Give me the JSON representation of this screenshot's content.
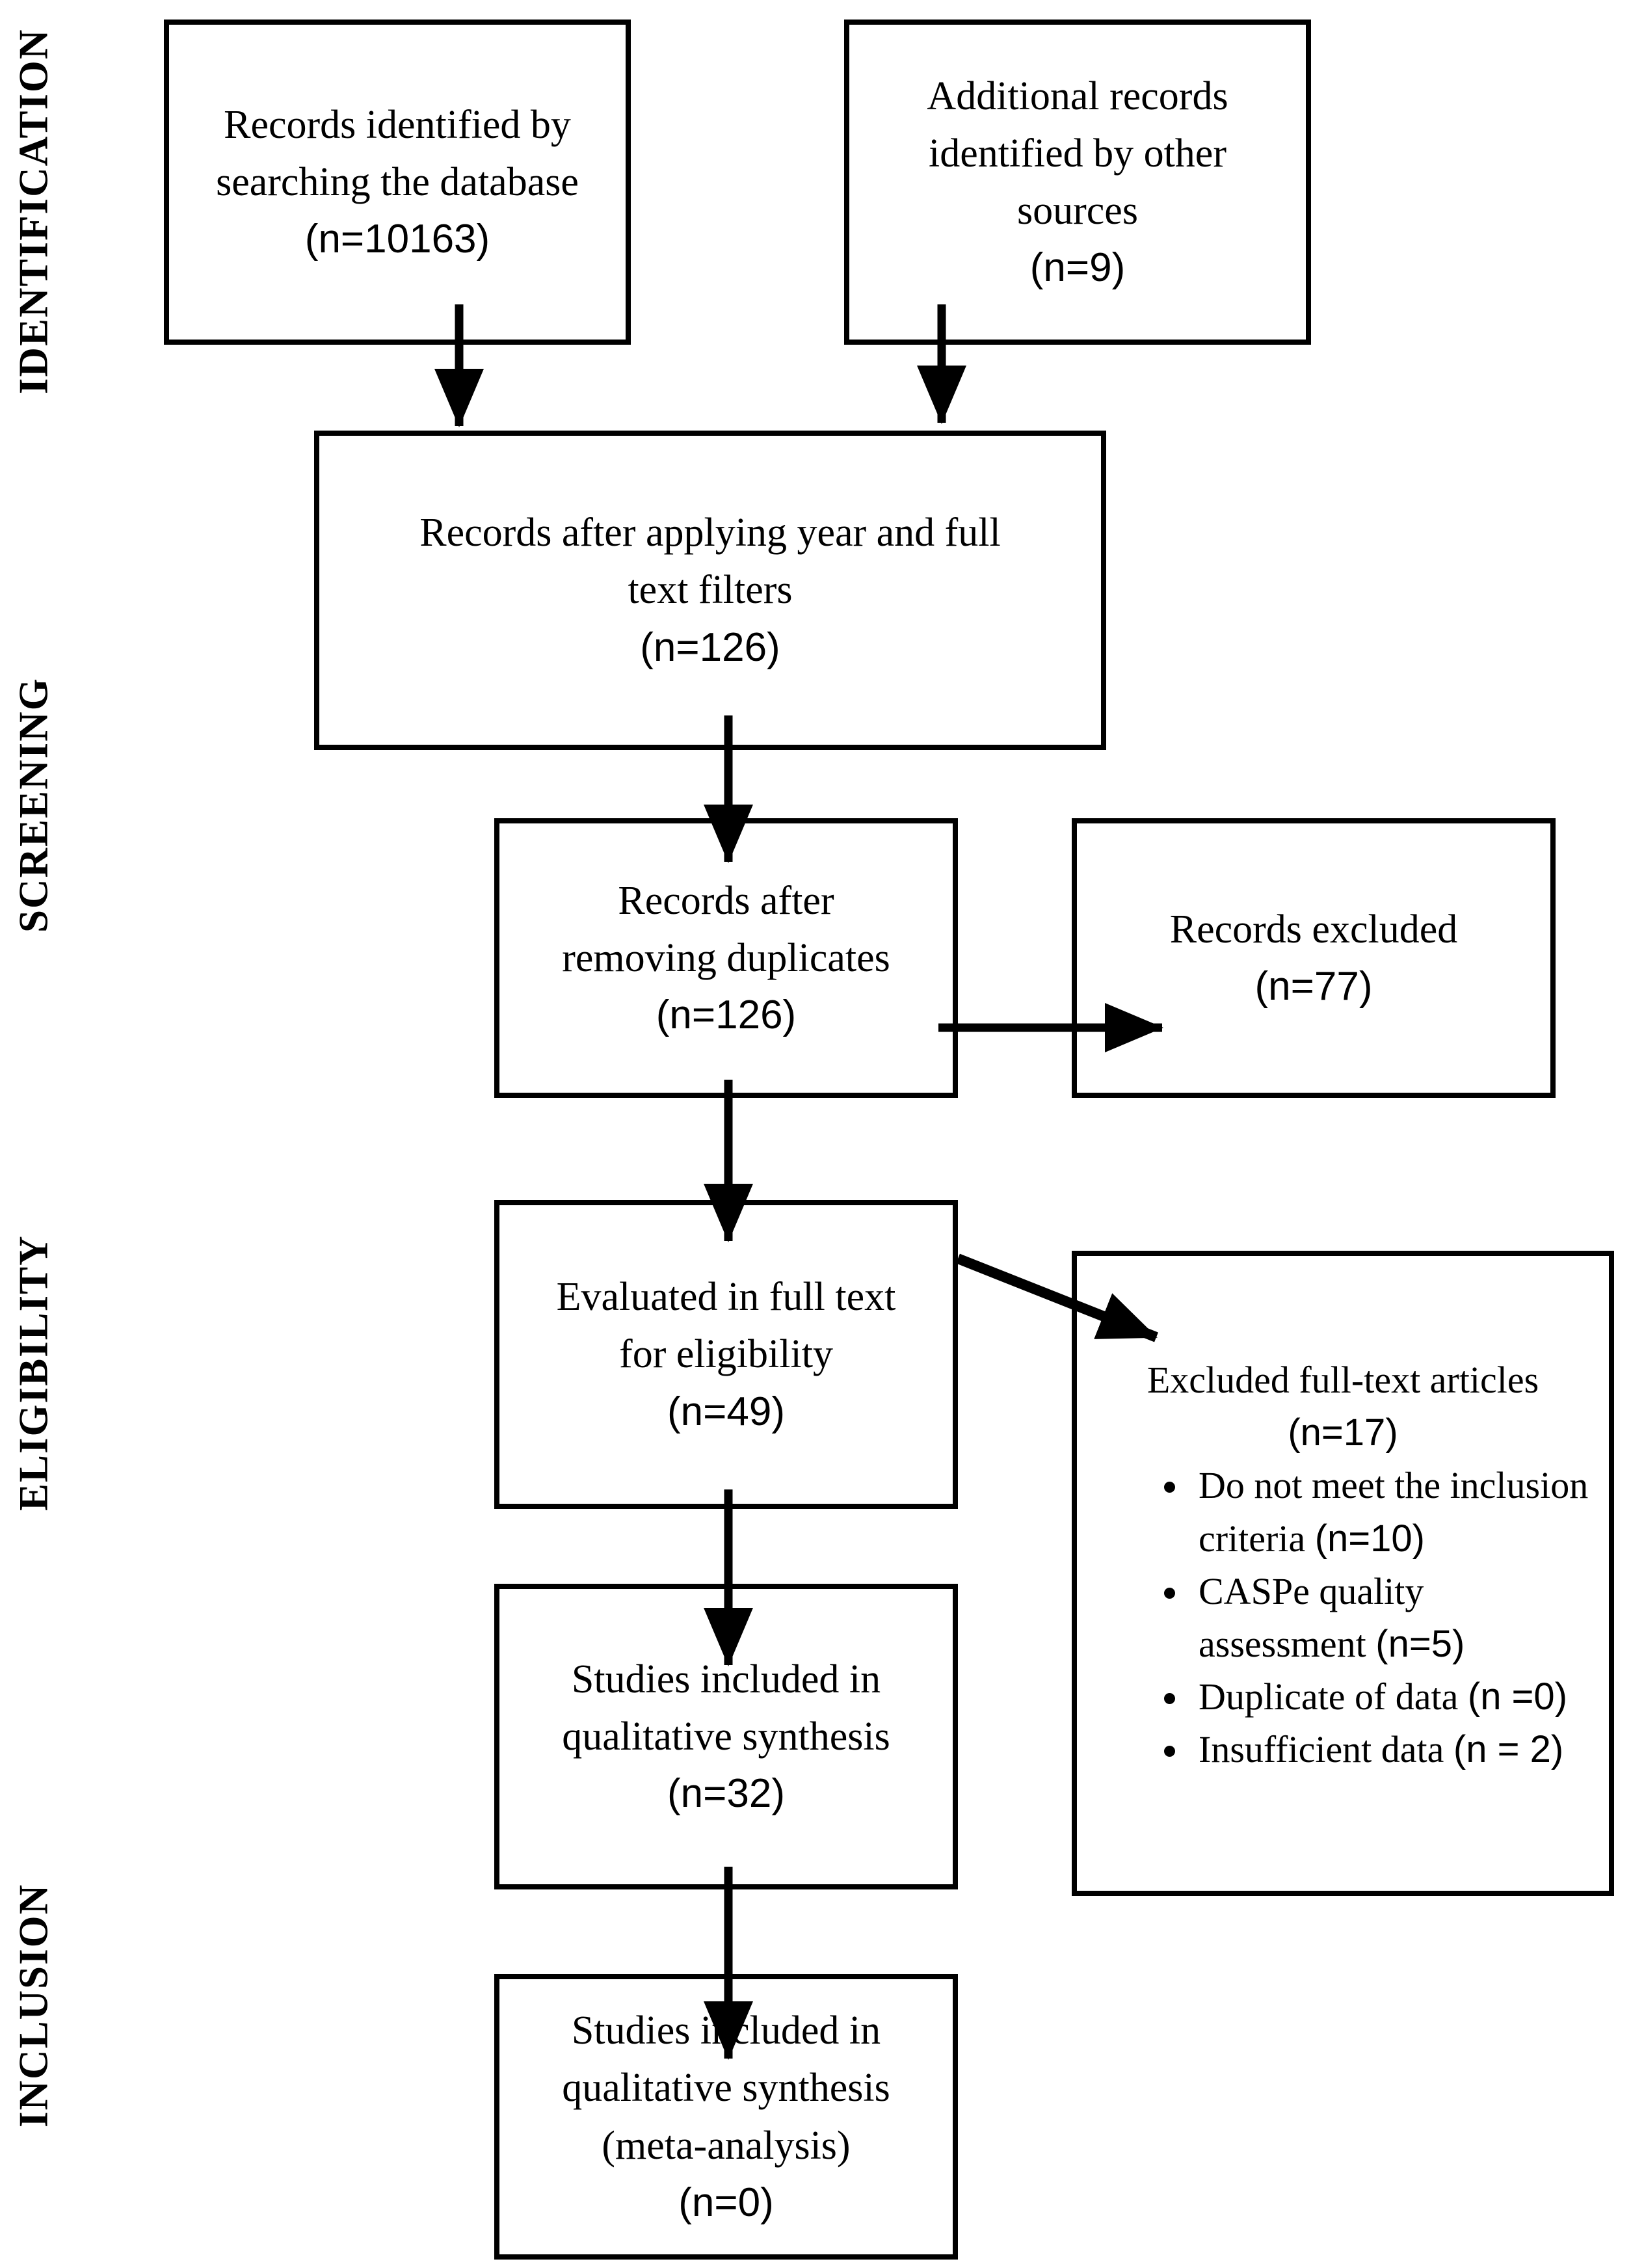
{
  "figure": {
    "stages": [
      {
        "id": "identification",
        "label": "IDENTIFICATION"
      },
      {
        "id": "screening",
        "label": "SCREENING"
      },
      {
        "id": "eligibility",
        "label": "ELIGIBILITY"
      },
      {
        "id": "inclusion",
        "label": "INCLUSION"
      }
    ],
    "boxes": {
      "identified": {
        "lines": [
          "Records identified by",
          "searching the database"
        ],
        "count": "(n=10163)"
      },
      "additional": {
        "lines": [
          "Additional records",
          "identified by other",
          "sources"
        ],
        "count": "(n=9)"
      },
      "filtered": {
        "lines": [
          "Records after applying year and full",
          "text filters"
        ],
        "count": "(n=126)"
      },
      "deduplicated": {
        "lines": [
          "Records after",
          "removing duplicates"
        ],
        "count": "(n=126)"
      },
      "records_excluded": {
        "lines": [
          "Records excluded"
        ],
        "count": "(n=77)"
      },
      "full_text": {
        "lines": [
          "Evaluated in full text",
          "for eligibility"
        ],
        "count": "(n=49)"
      },
      "excluded_full_text": {
        "title": "Excluded full-text articles",
        "count": "(n=17)",
        "bullets": [
          {
            "text": "Do not meet the inclusion criteria ",
            "count": "(n=10)"
          },
          {
            "text": "CASPe quality assessment ",
            "count": "(n=5)"
          },
          {
            "text": "Duplicate of data ",
            "count": "(n =0)"
          },
          {
            "text": "Insufficient data ",
            "count": "(n = 2)"
          }
        ]
      },
      "qualitative": {
        "lines": [
          "Studies included in",
          "qualitative synthesis"
        ],
        "count": "(n=32)"
      },
      "meta_analysis": {
        "lines": [
          "Studies included in",
          "qualitative synthesis",
          "(meta-analysis)"
        ],
        "count": "(n=0)"
      }
    }
  }
}
